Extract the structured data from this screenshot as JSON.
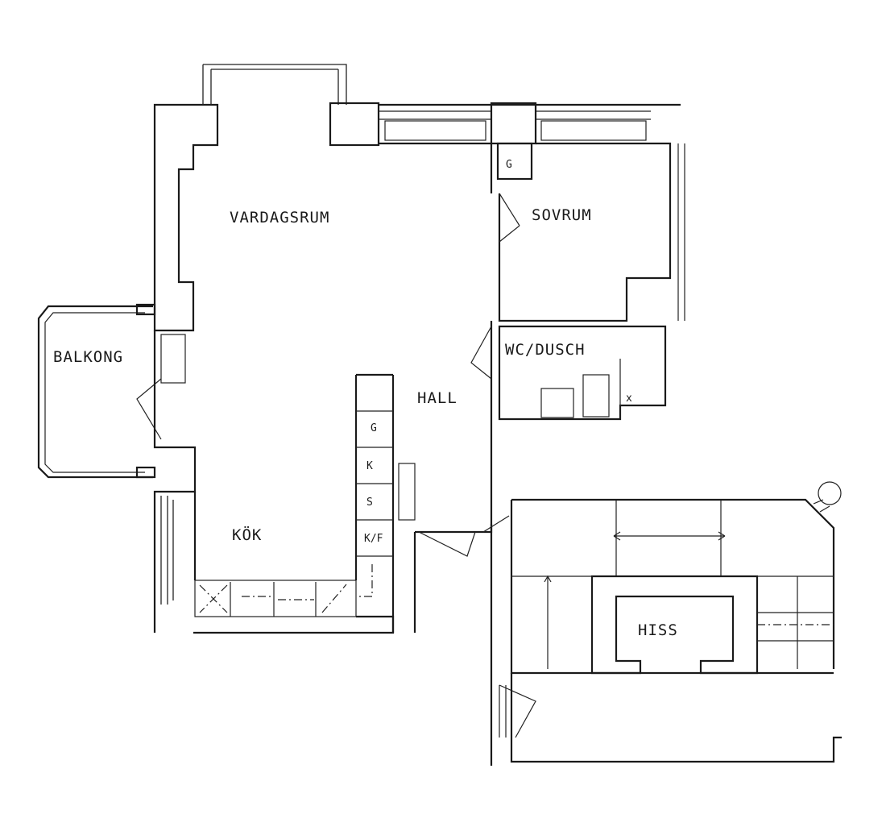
{
  "rooms": {
    "vardagsrum": "VARDAGSRUM",
    "sovrum": "SOVRUM",
    "balkong": "BALKONG",
    "wc_dusch": "WC/DUSCH",
    "hall": "HALL",
    "kok": "KÖK",
    "hiss": "HISS"
  },
  "fixtures": {
    "g1": "G",
    "g2": "G",
    "k1": "K",
    "s1": "S",
    "kf": "K/F",
    "x": "x"
  }
}
